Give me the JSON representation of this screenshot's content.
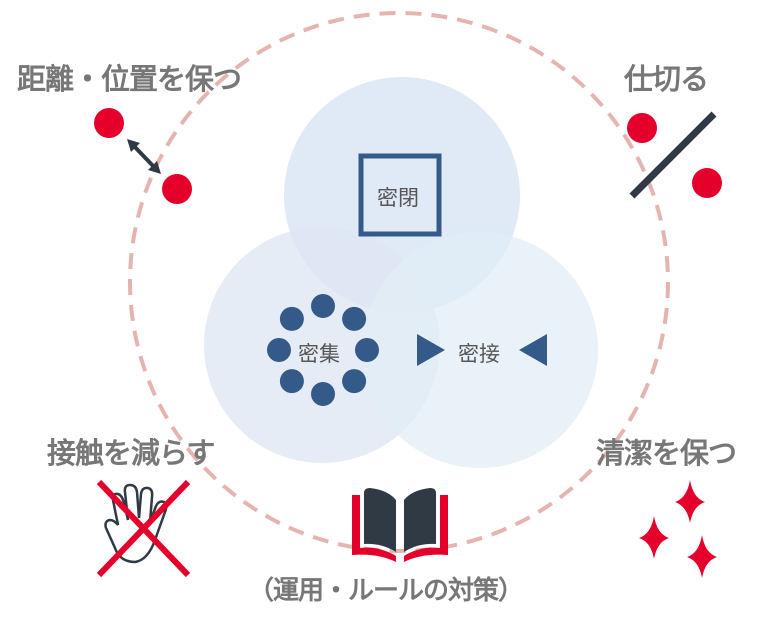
{
  "colors": {
    "red": "#e4002b",
    "dark": "#2f3a44",
    "navy": "#345a8a",
    "dash": "#e6b4b0",
    "label": "#777777"
  },
  "center": {
    "closed": "密閉",
    "crowded": "密集",
    "close_contact": "密接"
  },
  "measures": {
    "distance": "距離・位置を保つ",
    "partition": "仕切る",
    "reduce_contact": "接触を減らす",
    "cleanliness": "清潔を保つ",
    "operation_rules": "（運用・ルールの対策）"
  }
}
